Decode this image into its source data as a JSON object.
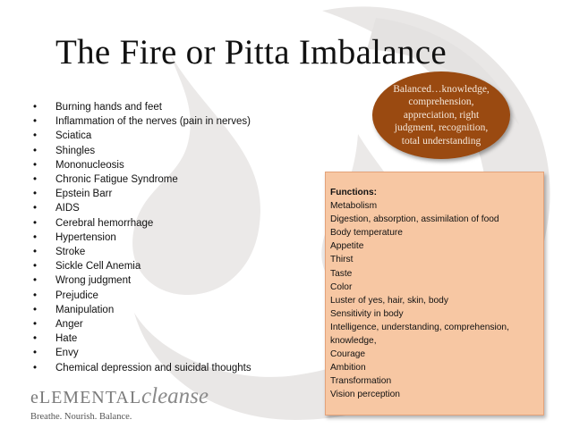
{
  "slide": {
    "title": "The Fire or Pitta Imbalance",
    "bullets": [
      "Burning hands and feet",
      "Inflammation of the nerves (pain in nerves)",
      "Sciatica",
      "Shingles",
      "Mononucleosis",
      "Chronic Fatigue Syndrome",
      "Epstein Barr",
      "AIDS",
      "Cerebral hemorrhage",
      "Hypertension",
      "Stroke",
      "Sickle Cell Anemia",
      "Wrong judgment",
      "Prejudice",
      "Manipulation",
      "Anger",
      "Hate",
      "Envy",
      "Chemical depression and suicidal thoughts"
    ],
    "balanced_note": "Balanced…knowledge,\ncomprehension,\nappreciation, right\njudgment, recognition,\ntotal understanding",
    "functions": {
      "heading": "Functions:",
      "items": [
        "Metabolism",
        "Digestion, absorption, assimilation of food",
        "Body temperature",
        "Appetite",
        "Thirst",
        "Taste",
        "Color",
        "Luster of yes, hair, skin, body",
        "Sensitivity in body",
        "Intelligence, understanding, comprehension,",
        "knowledge,",
        "Courage",
        "Ambition",
        "Transformation",
        "Vision perception"
      ]
    }
  },
  "branding": {
    "logo_part1": "eLEMENTAL",
    "logo_part2": "cleanse",
    "tagline": "Breathe. Nourish. Balance."
  },
  "colors": {
    "oval_fill": "#9a4a11",
    "functions_box_fill": "#f7c7a3",
    "watermark": "#e8e6e5"
  }
}
